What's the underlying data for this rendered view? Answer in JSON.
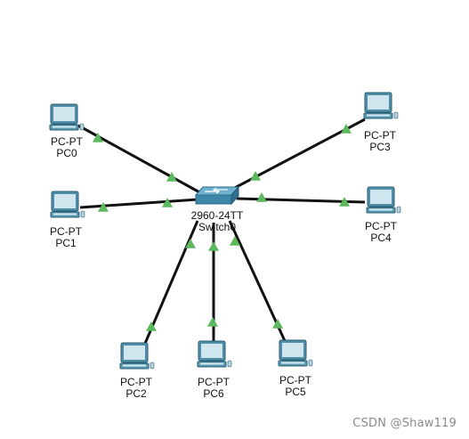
{
  "switch": {
    "model": "2960-24TT",
    "name": "Switch0",
    "icon": "switch-icon"
  },
  "devices": [
    {
      "model": "PC-PT",
      "name": "PC0",
      "icon": "pc-icon"
    },
    {
      "model": "PC-PT",
      "name": "PC1",
      "icon": "pc-icon"
    },
    {
      "model": "PC-PT",
      "name": "PC2",
      "icon": "pc-icon"
    },
    {
      "model": "PC-PT",
      "name": "PC6",
      "icon": "pc-icon"
    },
    {
      "model": "PC-PT",
      "name": "PC5",
      "icon": "pc-icon"
    },
    {
      "model": "PC-PT",
      "name": "PC3",
      "icon": "pc-icon"
    },
    {
      "model": "PC-PT",
      "name": "PC4",
      "icon": "pc-icon"
    }
  ],
  "link_status": "up",
  "colors": {
    "link": "#111111",
    "link_up_indicator": "#5cb85c",
    "pc_monitor": "#4f8ea8",
    "pc_screen": "#cfe6ee",
    "switch_top": "#6fb0cc",
    "switch_side": "#2e6f8e"
  },
  "watermark": "CSDN @Shaw119"
}
